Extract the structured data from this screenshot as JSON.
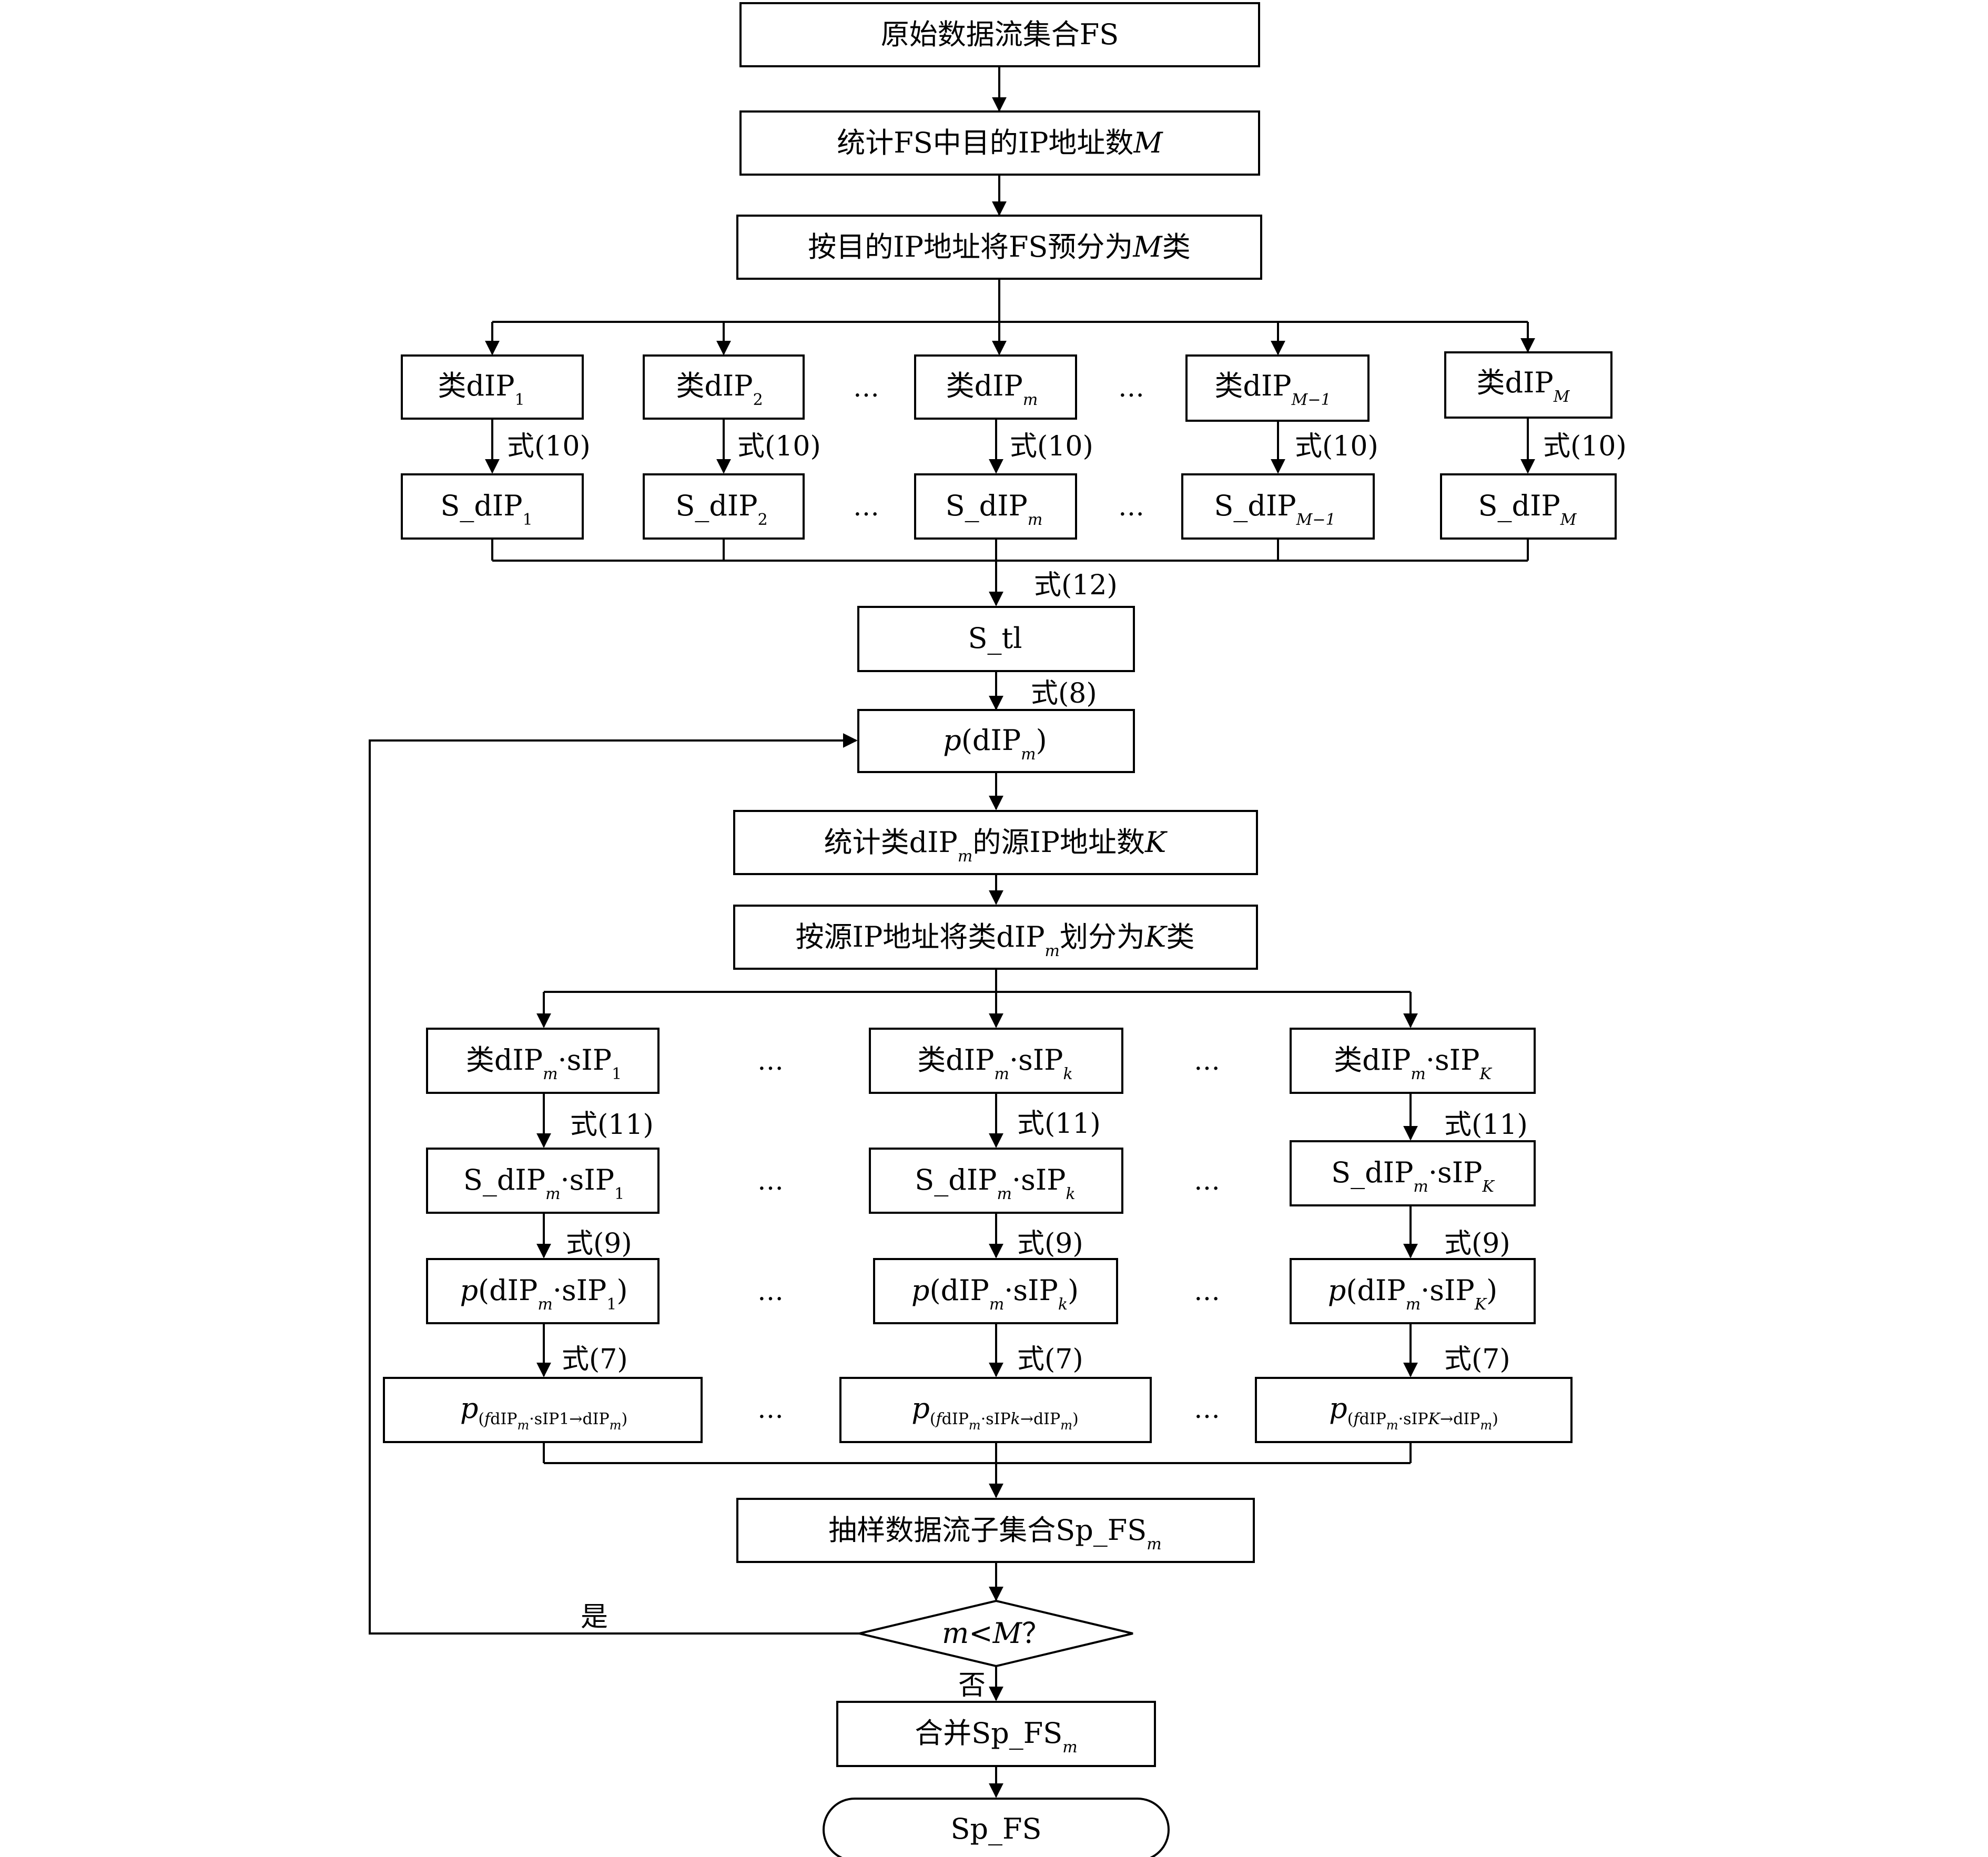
{
  "nodes": {
    "fs": "原始数据流集合FS",
    "count_dst": {
      "pre": "统计FS中目的IP地址数",
      "var": "M"
    },
    "split_dst": {
      "pre": "按目的IP地址将FS预分为",
      "var": "M",
      "post": "类"
    },
    "classes": [
      {
        "pre": "类dIP",
        "sub": "1"
      },
      {
        "pre": "类dIP",
        "sub": "2"
      },
      {
        "pre": "类dIP",
        "sub": "m"
      },
      {
        "pre": "类dIP",
        "sub": "M−1"
      },
      {
        "pre": "类dIP",
        "sub": "M"
      }
    ],
    "s_classes": [
      {
        "pre": "S_dIP",
        "sub": "1"
      },
      {
        "pre": "S_dIP",
        "sub": "2"
      },
      {
        "pre": "S_dIP",
        "sub": "m"
      },
      {
        "pre": "S_dIP",
        "sub": "M−1"
      },
      {
        "pre": "S_dIP",
        "sub": "M"
      }
    ],
    "s_tl": "S_tl",
    "p_dip": {
      "func": "p",
      "open": "(dIP",
      "sub": "m",
      "close": ")"
    },
    "count_src": {
      "pre": "统计类dIP",
      "sub": "m",
      "mid": "的源IP地址数",
      "var": "K"
    },
    "split_src": {
      "pre": "按源IP地址将类dIP",
      "sub": "m",
      "mid": "划分为",
      "var": "K",
      "post": "类"
    },
    "sub_classes": [
      {
        "pre": "类dIP",
        "sub": "m",
        "mid": "·sIP",
        "sub2": "1"
      },
      {
        "pre": "类dIP",
        "sub": "m",
        "mid": "·sIP",
        "sub2": "k"
      },
      {
        "pre": "类dIP",
        "sub": "m",
        "mid": "·sIP",
        "sub2": "K"
      }
    ],
    "s_sub": [
      {
        "pre": "S_dIP",
        "sub": "m",
        "mid": "·sIP",
        "sub2": "1"
      },
      {
        "pre": "S_dIP",
        "sub": "m",
        "mid": "·sIP",
        "sub2": "k"
      },
      {
        "pre": "S_dIP",
        "sub": "m",
        "mid": "·sIP",
        "sub2": "K"
      }
    ],
    "p_sub": [
      {
        "func": "p",
        "pre": "(dIP",
        "sub": "m",
        "mid": "·sIP",
        "sub2": "1",
        "close": ")"
      },
      {
        "func": "p",
        "pre": "(dIP",
        "sub": "m",
        "mid": "·sIP",
        "sub2": "k",
        "close": ")"
      },
      {
        "func": "p",
        "pre": "(dIP",
        "sub": "m",
        "mid": "·sIP",
        "sub2": "K",
        "close": ")"
      }
    ],
    "p_flow": [
      {
        "func": "p",
        "a": "(",
        "f": "f",
        "b": "dIP",
        "c": "m",
        "d": "·sIP1→dIP",
        "e": "m",
        "g": ")"
      },
      {
        "func": "p",
        "a": "(",
        "f": "f",
        "b": "dIP",
        "c": "m",
        "d": "·sIP",
        "k": "k",
        "d2": "→dIP",
        "e": "m",
        "g": ")"
      },
      {
        "func": "p",
        "a": "(",
        "f": "f",
        "b": "dIP",
        "c": "m",
        "d": "·sIP",
        "k": "K",
        "d2": "→dIP",
        "e": "m",
        "g": ")"
      }
    ],
    "sample": {
      "pre": "抽样数据流子集合Sp_FS",
      "sub": "m"
    },
    "decision": {
      "var1": "m",
      "op": "<",
      "var2": "M",
      "q": "？"
    },
    "merge": {
      "pre": "合并Sp_FS",
      "sub": "m"
    },
    "end": "Sp_FS"
  },
  "edge_labels": {
    "eq10": "式(10)",
    "eq12": "式(12)",
    "eq8": "式(8)",
    "eq11": "式(11)",
    "eq9": "式(9)",
    "eq7": "式(7)",
    "yes": "是",
    "no": "否",
    "ellipsis": "…"
  }
}
